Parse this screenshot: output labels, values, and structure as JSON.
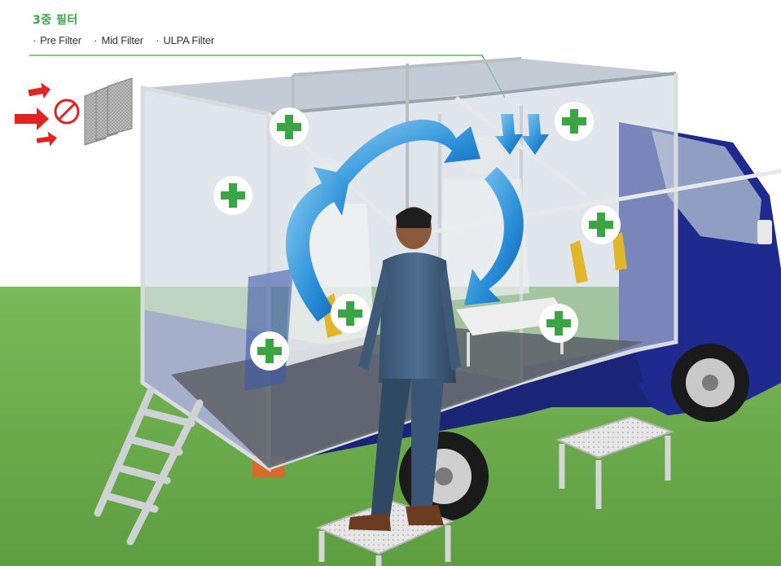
{
  "header": {
    "title": "3중 필터",
    "filters": [
      {
        "bullet": "·",
        "label": "Pre Filter"
      },
      {
        "bullet": "·",
        "label": "Mid Filter"
      },
      {
        "bullet": "·",
        "label": "ULPA Filter"
      }
    ]
  },
  "colors": {
    "accent_green": "#3aa643",
    "grass": "#6fae4f",
    "truck_blue": "#1e2a8e",
    "airflow_blue": "#2f8fd8",
    "inflow_red": "#e32222"
  },
  "icons": [
    "red-inflow-arrow-icon",
    "no-entry-icon",
    "filter-stack-icon",
    "green-cross-icon",
    "blue-airflow-arrow-icon"
  ]
}
